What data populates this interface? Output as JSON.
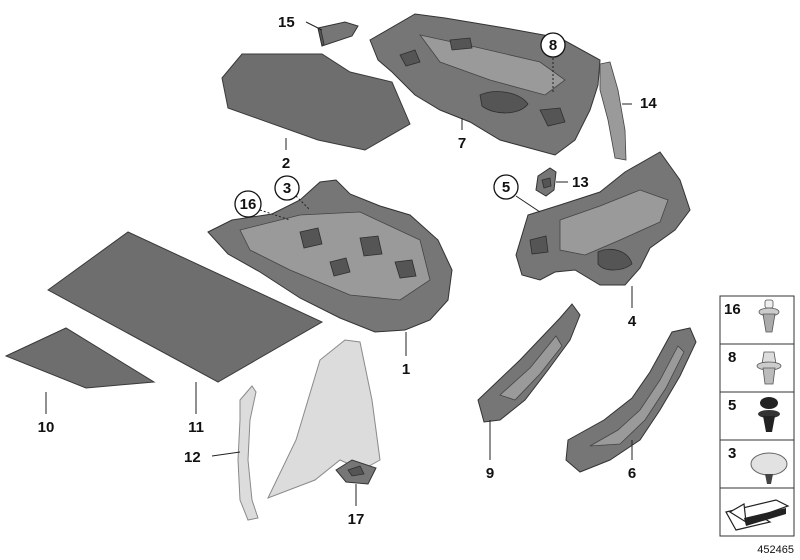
{
  "callouts": [
    {
      "id": "c15",
      "text": "15",
      "circled": false
    },
    {
      "id": "c8",
      "text": "8",
      "circled": true
    },
    {
      "id": "c14",
      "text": "14",
      "circled": false
    },
    {
      "id": "c2",
      "text": "2",
      "circled": false
    },
    {
      "id": "c7",
      "text": "7",
      "circled": false
    },
    {
      "id": "c3",
      "text": "3",
      "circled": true
    },
    {
      "id": "c16",
      "text": "16",
      "circled": true
    },
    {
      "id": "c5",
      "text": "5",
      "circled": true
    },
    {
      "id": "c13",
      "text": "13",
      "circled": false
    },
    {
      "id": "c4",
      "text": "4",
      "circled": false
    },
    {
      "id": "c1",
      "text": "1",
      "circled": false
    },
    {
      "id": "c10",
      "text": "10",
      "circled": false
    },
    {
      "id": "c11",
      "text": "11",
      "circled": false
    },
    {
      "id": "c12",
      "text": "12",
      "circled": false
    },
    {
      "id": "c17",
      "text": "17",
      "circled": false
    },
    {
      "id": "c9",
      "text": "9",
      "circled": false
    },
    {
      "id": "c6",
      "text": "6",
      "circled": false
    }
  ],
  "legend": [
    {
      "text": "16",
      "part": "push-rivet"
    },
    {
      "text": "8",
      "part": "expanding-rivet"
    },
    {
      "text": "5",
      "part": "plug-clip"
    },
    {
      "text": "3",
      "part": "round-clip"
    }
  ],
  "legend_icon": "arrow-icon",
  "diagram_number": "452465",
  "colors": {
    "part": "#767676",
    "trim": "#dcdcdc",
    "outline": "#333333"
  }
}
